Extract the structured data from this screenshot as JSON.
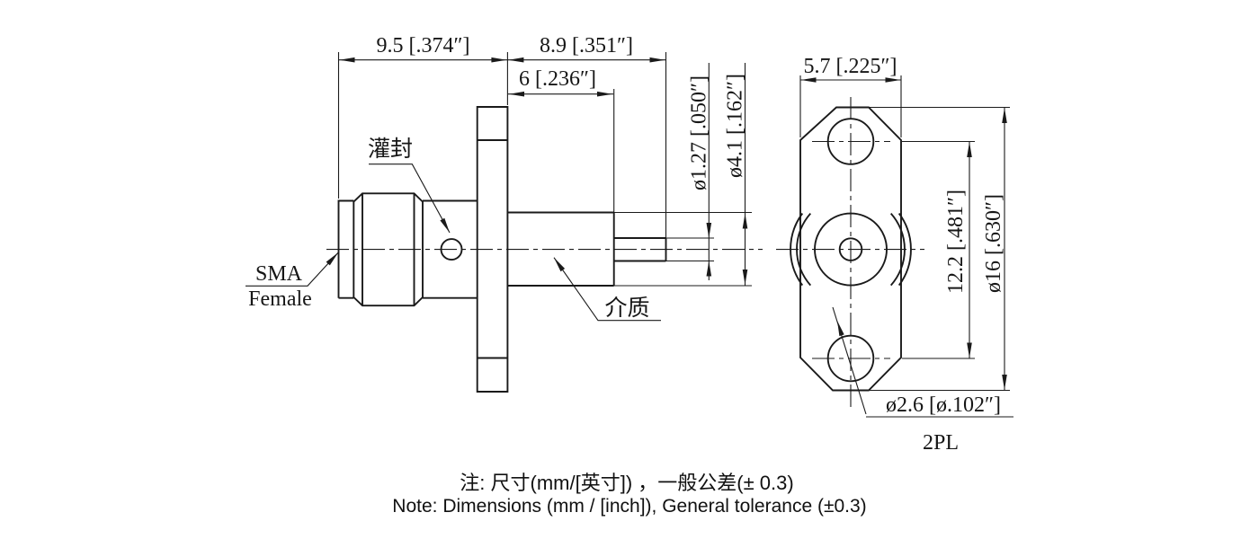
{
  "page": {
    "background": "#ffffff",
    "line_color": "#1a1a1a"
  },
  "side_view": {
    "labels": {
      "sma": "SMA",
      "female": "Female",
      "potting": "灌封",
      "dielectric": "介质"
    },
    "dims": {
      "front_length": "9.5 [.374″]",
      "rear_length": "8.9 [.351″]",
      "dielectric_length": "6 [.236″]",
      "pin_dia": "ø1.27 [.050″]",
      "dielectric_dia": "ø4.1 [.162″]"
    }
  },
  "flange_view": {
    "dims": {
      "width": "5.7 [.225″]",
      "hole_spacing": "12.2 [.481″]",
      "height": "ø16 [.630″]",
      "hole_dia": "ø2.6 [ø.102″]",
      "hole_qty": "2PL"
    }
  },
  "notes": {
    "zh": "注: 尺寸(mm/[英寸]) ，一般公差(± 0.3)",
    "en": "Note: Dimensions (mm / [inch]), General tolerance (±0.3)"
  }
}
